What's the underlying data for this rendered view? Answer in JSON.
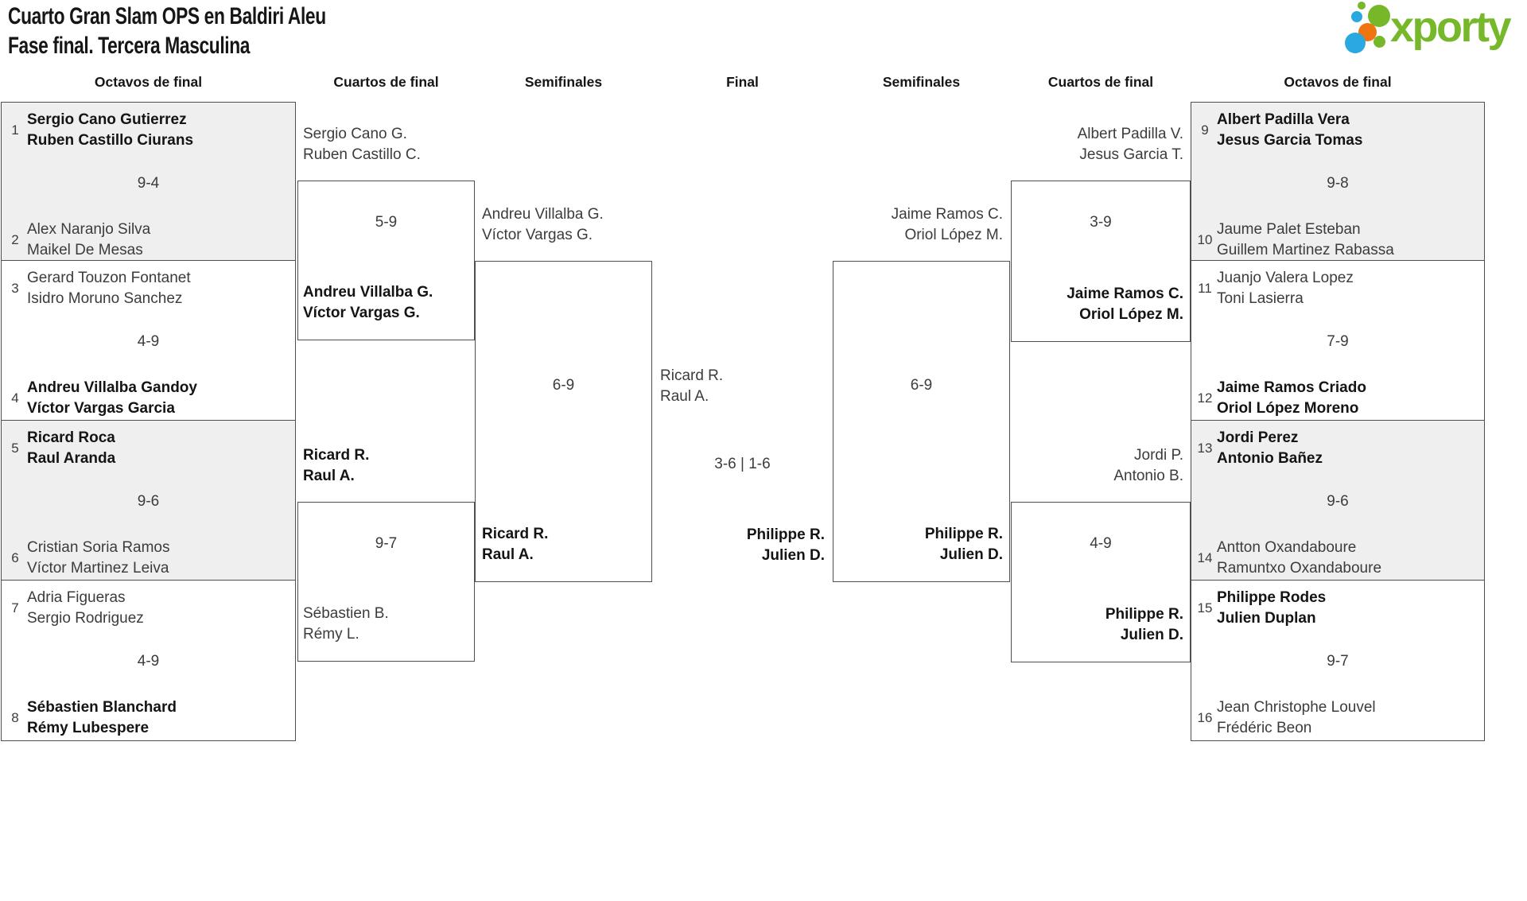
{
  "title": {
    "line1": "Cuarto Gran Slam OPS en Baldiri Aleu",
    "line2": "Fase final. Tercera Masculina"
  },
  "logo": {
    "brand": "xporty"
  },
  "colors": {
    "brand_green": "#76b82a",
    "brand_blue": "#2aa9e0",
    "brand_orange": "#ee7511",
    "box_fill": "#efefef",
    "line": "#4f4f4f"
  },
  "round_headers": {
    "r16_left": "Octavos de final",
    "qf_left": "Cuartos de final",
    "sf_left": "Semifinales",
    "final": "Final",
    "sf_right": "Semifinales",
    "qf_right": "Cuartos de final",
    "r16_right": "Octavos de final"
  },
  "r16_left": {
    "m1": {
      "seed1": "1",
      "t1a": "Sergio Cano Gutierrez",
      "t1b": "Ruben Castillo Ciurans",
      "score": "9-4",
      "seed2": "2",
      "t2a": "Alex Naranjo Silva",
      "t2b": "Maikel De Mesas"
    },
    "m2": {
      "seed1": "3",
      "t1a": "Gerard Touzon Fontanet",
      "t1b": "Isidro Moruno Sanchez",
      "score": "4-9",
      "seed2": "4",
      "t2a": "Andreu Villalba Gandoy",
      "t2b": "Víctor Vargas Garcia"
    },
    "m3": {
      "seed1": "5",
      "t1a": "Ricard Roca",
      "t1b": "Raul Aranda",
      "score": "9-6",
      "seed2": "6",
      "t2a": "Cristian Soria Ramos",
      "t2b": "Víctor Martinez Leiva"
    },
    "m4": {
      "seed1": "7",
      "t1a": "Adria Figueras",
      "t1b": "Sergio Rodriguez",
      "score": "4-9",
      "seed2": "8",
      "t2a": "Sébastien Blanchard",
      "t2b": "Rémy Lubespere"
    }
  },
  "qf_left": {
    "m1": {
      "top_a": "Sergio Cano G.",
      "top_b": "Ruben Castillo C.",
      "score": "5-9",
      "bottom_a": "Andreu Villalba G.",
      "bottom_b": "Víctor Vargas G."
    },
    "m2": {
      "top_a": "Ricard R.",
      "top_b": "Raul A.",
      "score": "9-7",
      "bottom_a": "Sébastien B.",
      "bottom_b": "Rémy L."
    }
  },
  "sf_left": {
    "top_a": "Andreu Villalba G.",
    "top_b": "Víctor Vargas G.",
    "score": "6-9",
    "bottom_a": "Ricard R.",
    "bottom_b": "Raul A."
  },
  "final": {
    "top_a": "Ricard R.",
    "top_b": "Raul A.",
    "score": "3-6 | 1-6",
    "bottom_a": "Philippe R.",
    "bottom_b": "Julien D."
  },
  "sf_right": {
    "top_a": "Jaime Ramos C.",
    "top_b": "Oriol López M.",
    "score": "6-9",
    "bottom_a": "Philippe R.",
    "bottom_b": "Julien D."
  },
  "qf_right": {
    "m1": {
      "top_a": "Albert Padilla V.",
      "top_b": "Jesus Garcia T.",
      "score": "3-9",
      "bottom_a": "Jaime Ramos C.",
      "bottom_b": "Oriol López M."
    },
    "m2": {
      "top_a": "Jordi P.",
      "top_b": "Antonio B.",
      "score": "4-9",
      "bottom_a": "Philippe R.",
      "bottom_b": "Julien D."
    }
  },
  "r16_right": {
    "m1": {
      "seed1": "9",
      "t1a": "Albert Padilla Vera",
      "t1b": "Jesus Garcia Tomas",
      "score": "9-8",
      "seed2": "10",
      "t2a": "Jaume Palet Esteban",
      "t2b": "Guillem Martinez Rabassa"
    },
    "m2": {
      "seed1": "11",
      "t1a": "Juanjo Valera Lopez",
      "t1b": "Toni Lasierra",
      "score": "7-9",
      "seed2": "12",
      "t2a": "Jaime Ramos Criado",
      "t2b": "Oriol López Moreno"
    },
    "m3": {
      "seed1": "13",
      "t1a": "Jordi Perez",
      "t1b": "Antonio Bañez",
      "score": "9-6",
      "seed2": "14",
      "t2a": "Antton Oxandaboure",
      "t2b": "Ramuntxo Oxandaboure"
    },
    "m4": {
      "seed1": "15",
      "t1a": "Philippe Rodes",
      "t1b": "Julien Duplan",
      "score": "9-7",
      "seed2": "16",
      "t2a": "Jean Christophe Louvel",
      "t2b": "Frédéric Beon"
    }
  }
}
